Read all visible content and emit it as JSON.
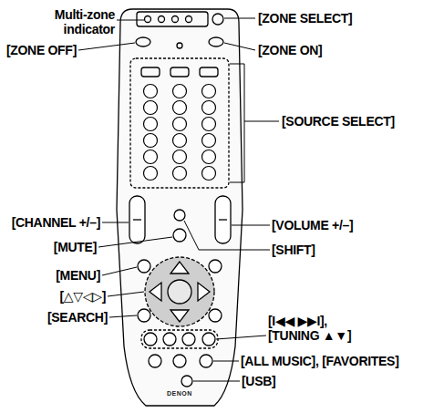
{
  "diagram": {
    "labels": [
      "Multi-zone indicator",
      "[ZONE SELECT]",
      "[ZONE OFF]",
      "[ZONE ON]",
      "[SOURCE SELECT]",
      "[CHANNEL +/–]",
      "[VOLUME +/–]",
      "[MUTE]",
      "[SHIFT]",
      "[MENU]",
      "[△▽◁▷]",
      "[SEARCH]",
      "[I◀◀ ▶▶I], [TUNING ▲▼]",
      "[ALL MUSIC], [FAVORITES]",
      "[USB]",
      "DENON"
    ]
  }
}
